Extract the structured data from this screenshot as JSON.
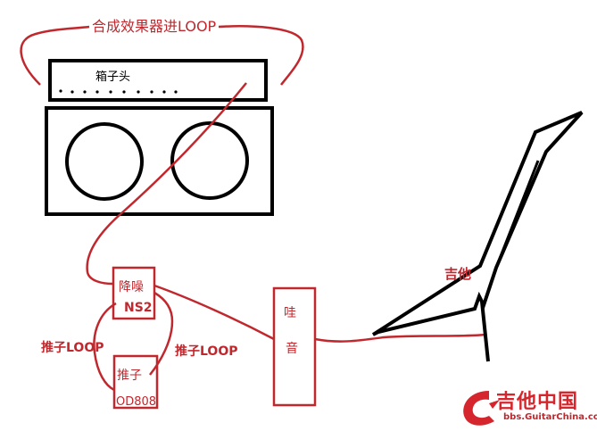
{
  "labels": {
    "loop_top": "合成效果器进LOOP",
    "amp_head": "箱子头",
    "ns2_line1": "降噪",
    "ns2_line2": "NS2",
    "od_line1": "推子",
    "od_line2": "OD808",
    "wah_line1": "哇",
    "wah_line2": "音",
    "guitar": "吉他",
    "loop_left": "推子LOOP",
    "loop_right": "推子LOOP"
  },
  "watermark": {
    "main": "吉他中国",
    "sub": "bbs.GuitarChina.com"
  },
  "colors": {
    "ink": "#000000",
    "wire": "#c0282e",
    "watermark": "#d6262d"
  }
}
